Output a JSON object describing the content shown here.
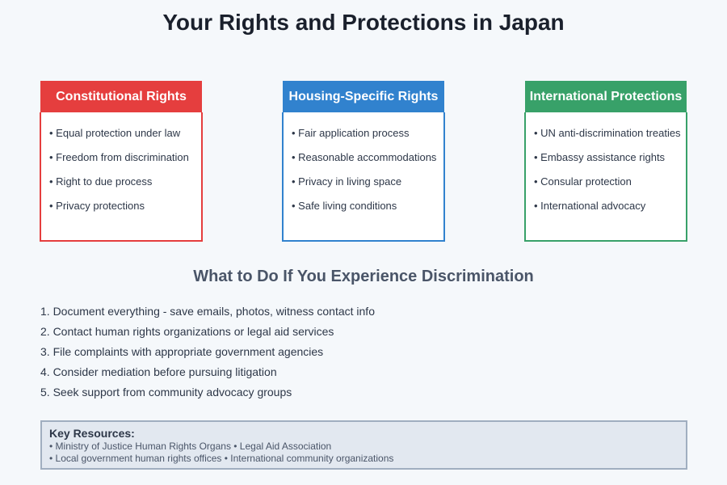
{
  "title": "Your Rights and Protections in Japan",
  "cards": [
    {
      "header": "Constitutional Rights",
      "color": "#e53e3e",
      "items": [
        "• Equal protection under law",
        "• Freedom from discrimination",
        "• Right to due process",
        "• Privacy protections"
      ]
    },
    {
      "header": "Housing-Specific Rights",
      "color": "#3182ce",
      "items": [
        "• Fair application process",
        "• Reasonable accommodations",
        "• Privacy in living space",
        "• Safe living conditions"
      ]
    },
    {
      "header": "International Protections",
      "color": "#38a169",
      "items": [
        "• UN anti-discrimination treaties",
        "• Embassy assistance rights",
        "• Consular protection",
        "• International advocacy"
      ]
    }
  ],
  "discrimination": {
    "heading": "What to Do If You Experience Discrimination",
    "steps": [
      "1. Document everything - save emails, photos, witness contact info",
      "2. Contact human rights organizations or legal aid services",
      "3. File complaints with appropriate government agencies",
      "4. Consider mediation before pursuing litigation",
      "5. Seek support from community advocacy groups"
    ]
  },
  "resources": {
    "title": "Key Resources:",
    "lines": [
      "• Ministry of Justice Human Rights Organs  • Legal Aid Association",
      "• Local government human rights offices  • International community organizations"
    ]
  }
}
